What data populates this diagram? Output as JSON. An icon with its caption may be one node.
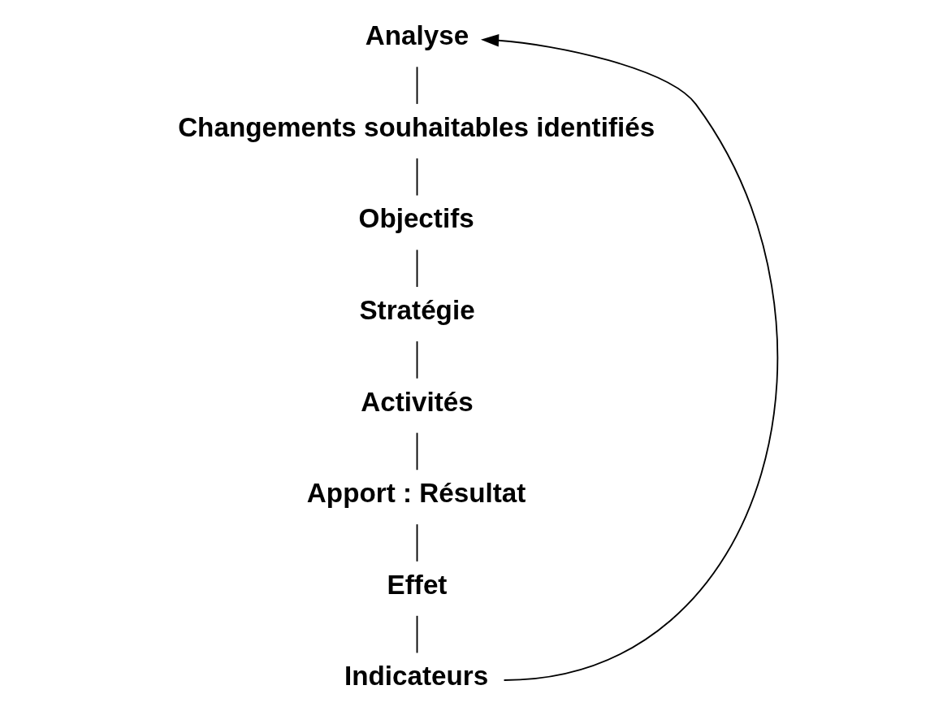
{
  "diagram": {
    "nodes": [
      {
        "text": [
          "Analyse"
        ]
      },
      {
        "text": [
          "Changements souhaitables identifiés"
        ]
      },
      {
        "text": [
          "Objectifs"
        ]
      },
      {
        "text": [
          "Stratégie"
        ]
      },
      {
        "text": [
          "Activités"
        ]
      },
      {
        "text": [
          "Apport : Résultat"
        ]
      },
      {
        "text": [
          "Effet"
        ]
      },
      {
        "text": [
          "Indicateurs"
        ]
      }
    ],
    "edges": [
      {
        "from": 0,
        "to": 1,
        "arrow": "none"
      },
      {
        "from": 1,
        "to": 2,
        "arrow": "none"
      },
      {
        "from": 2,
        "to": 3,
        "arrow": "none"
      },
      {
        "from": 3,
        "to": 4,
        "arrow": "none"
      },
      {
        "from": 4,
        "to": 5,
        "arrow": "none"
      },
      {
        "from": 5,
        "to": 6,
        "arrow": "none"
      },
      {
        "from": 6,
        "to": 7,
        "arrow": "none"
      },
      {
        "from": 7,
        "to": 0,
        "arrow": "to"
      }
    ]
  }
}
